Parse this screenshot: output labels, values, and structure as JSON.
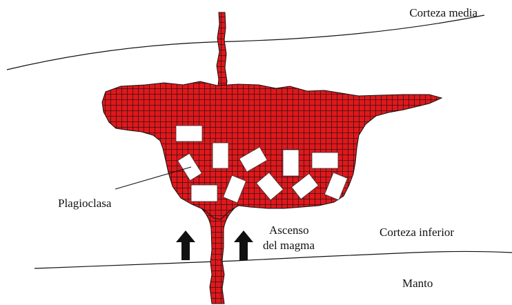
{
  "labels": {
    "corteza_media": "Corteza media",
    "corteza_inferior": "Corteza inferior",
    "manto": "Manto",
    "plagioclasa": "Plagioclasa",
    "ascenso_line1": "Ascenso",
    "ascenso_line2": "del magma"
  },
  "colors": {
    "magma": "#e0181c",
    "grid": "#111111",
    "crystal": "#ffffff",
    "line": "#111111"
  },
  "legend_items": [
    {
      "name": "Plagioclasa",
      "shape": "white-rectangle"
    },
    {
      "name": "Ascenso del magma",
      "shape": "black-up-arrow"
    }
  ]
}
